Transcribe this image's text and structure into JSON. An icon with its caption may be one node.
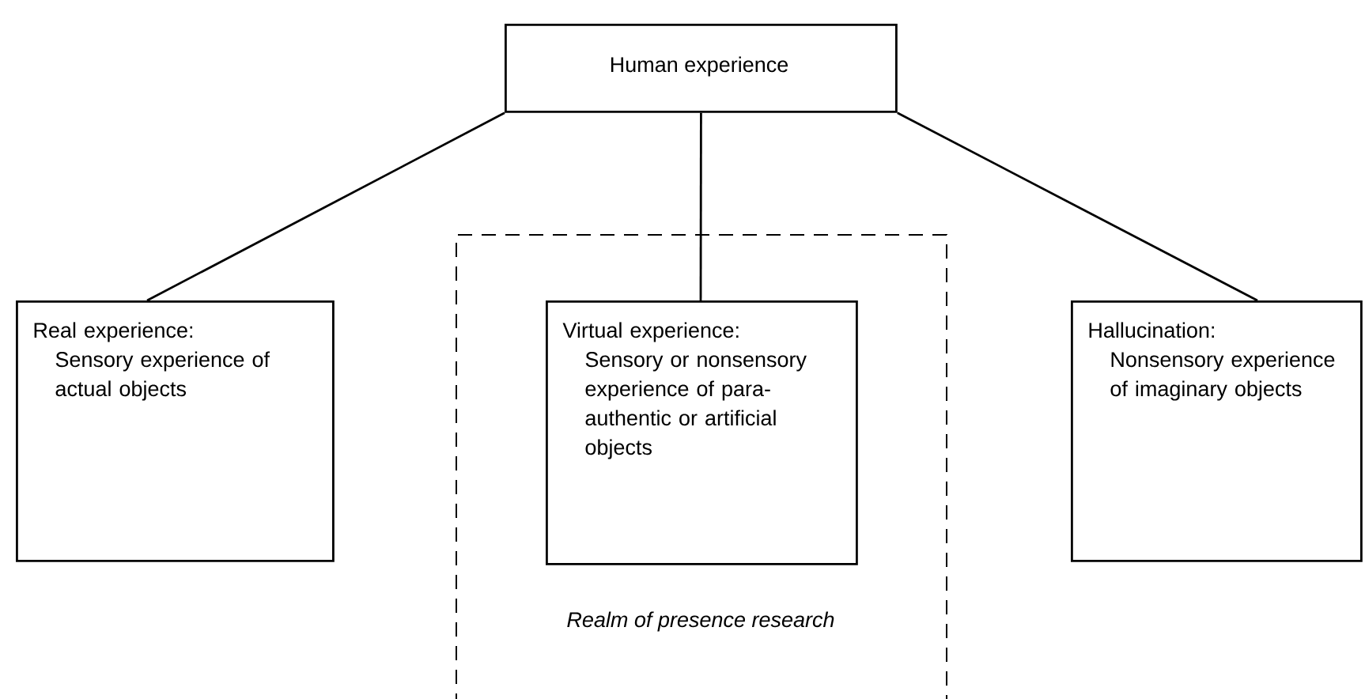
{
  "diagram": {
    "nodes": [
      {
        "text": [
          "Human experience"
        ]
      },
      {
        "text": [
          "Real experience:",
          "Sensory experience of actual objects"
        ]
      },
      {
        "text": [
          "Realm of presence research"
        ]
      },
      {
        "text": [
          "Virtual experience:",
          "Sensory or nonsensory experience of para-authentic or artificial objects"
        ],
        "in": 2
      },
      {
        "text": [
          "Hallucination:",
          "Nonsensory experience of imaginary objects"
        ]
      }
    ],
    "edges": [
      {
        "from": 0,
        "to": 1,
        "arrow": "none"
      },
      {
        "from": 0,
        "to": 3,
        "arrow": "none"
      },
      {
        "from": 0,
        "to": 4,
        "arrow": "none"
      }
    ]
  }
}
